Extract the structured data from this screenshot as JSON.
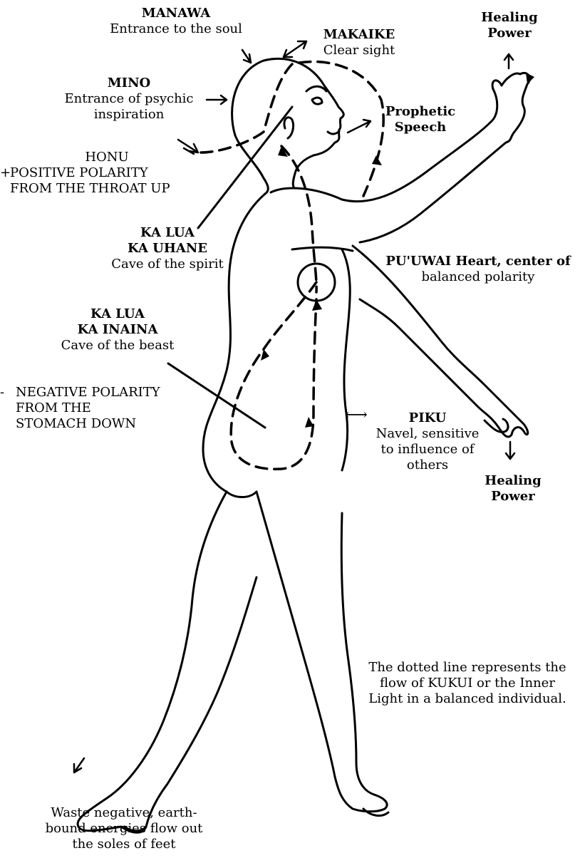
{
  "labels": {
    "manawa": {
      "title": "MANAWA",
      "desc": "Entrance to the soul"
    },
    "makaike": {
      "title": "MAKAIKE",
      "desc": "Clear sight"
    },
    "healing_top": {
      "line1": "Healing",
      "line2": "Power"
    },
    "mino": {
      "title": "MINO",
      "desc1": "Entrance of psychic",
      "desc2": "inspiration"
    },
    "prophetic": {
      "line1": "Prophetic",
      "line2": "Speech"
    },
    "honu": {
      "title": "HONU",
      "sign": "+",
      "line1": "POSITIVE POLARITY",
      "line2": "FROM THE THROAT UP"
    },
    "ka_lua_uhane": {
      "line1": "KA  LUA",
      "line2": "KA  UHANE",
      "desc": "Cave of the spirit"
    },
    "puuwai": {
      "line1": "PU'UWAI Heart, center of",
      "line2": "balanced polarity"
    },
    "ka_lua_inaina": {
      "line1": "KA  LUA",
      "line2": "KA  INAINA",
      "desc": "Cave of the beast"
    },
    "negative": {
      "sign": "-",
      "line1": "NEGATIVE POLARITY",
      "line2": "FROM THE",
      "line3": "STOMACH DOWN"
    },
    "piku": {
      "title": "PIKU",
      "desc1": "Navel, sensitive",
      "desc2": "to influence of",
      "desc3": "others"
    },
    "healing_bottom": {
      "line1": "Healing",
      "line2": "Power"
    },
    "note": {
      "line1": "The dotted line represents the",
      "line2": "flow of KUKUI or the Inner",
      "line3": "Light in a balanced individual."
    },
    "waste": {
      "line1": "Waste negative, earth-",
      "line2": "bound energies flow out",
      "line3": "the soles of feet"
    }
  },
  "colors": {
    "ink": "#000000",
    "paper": "#ffffff"
  }
}
